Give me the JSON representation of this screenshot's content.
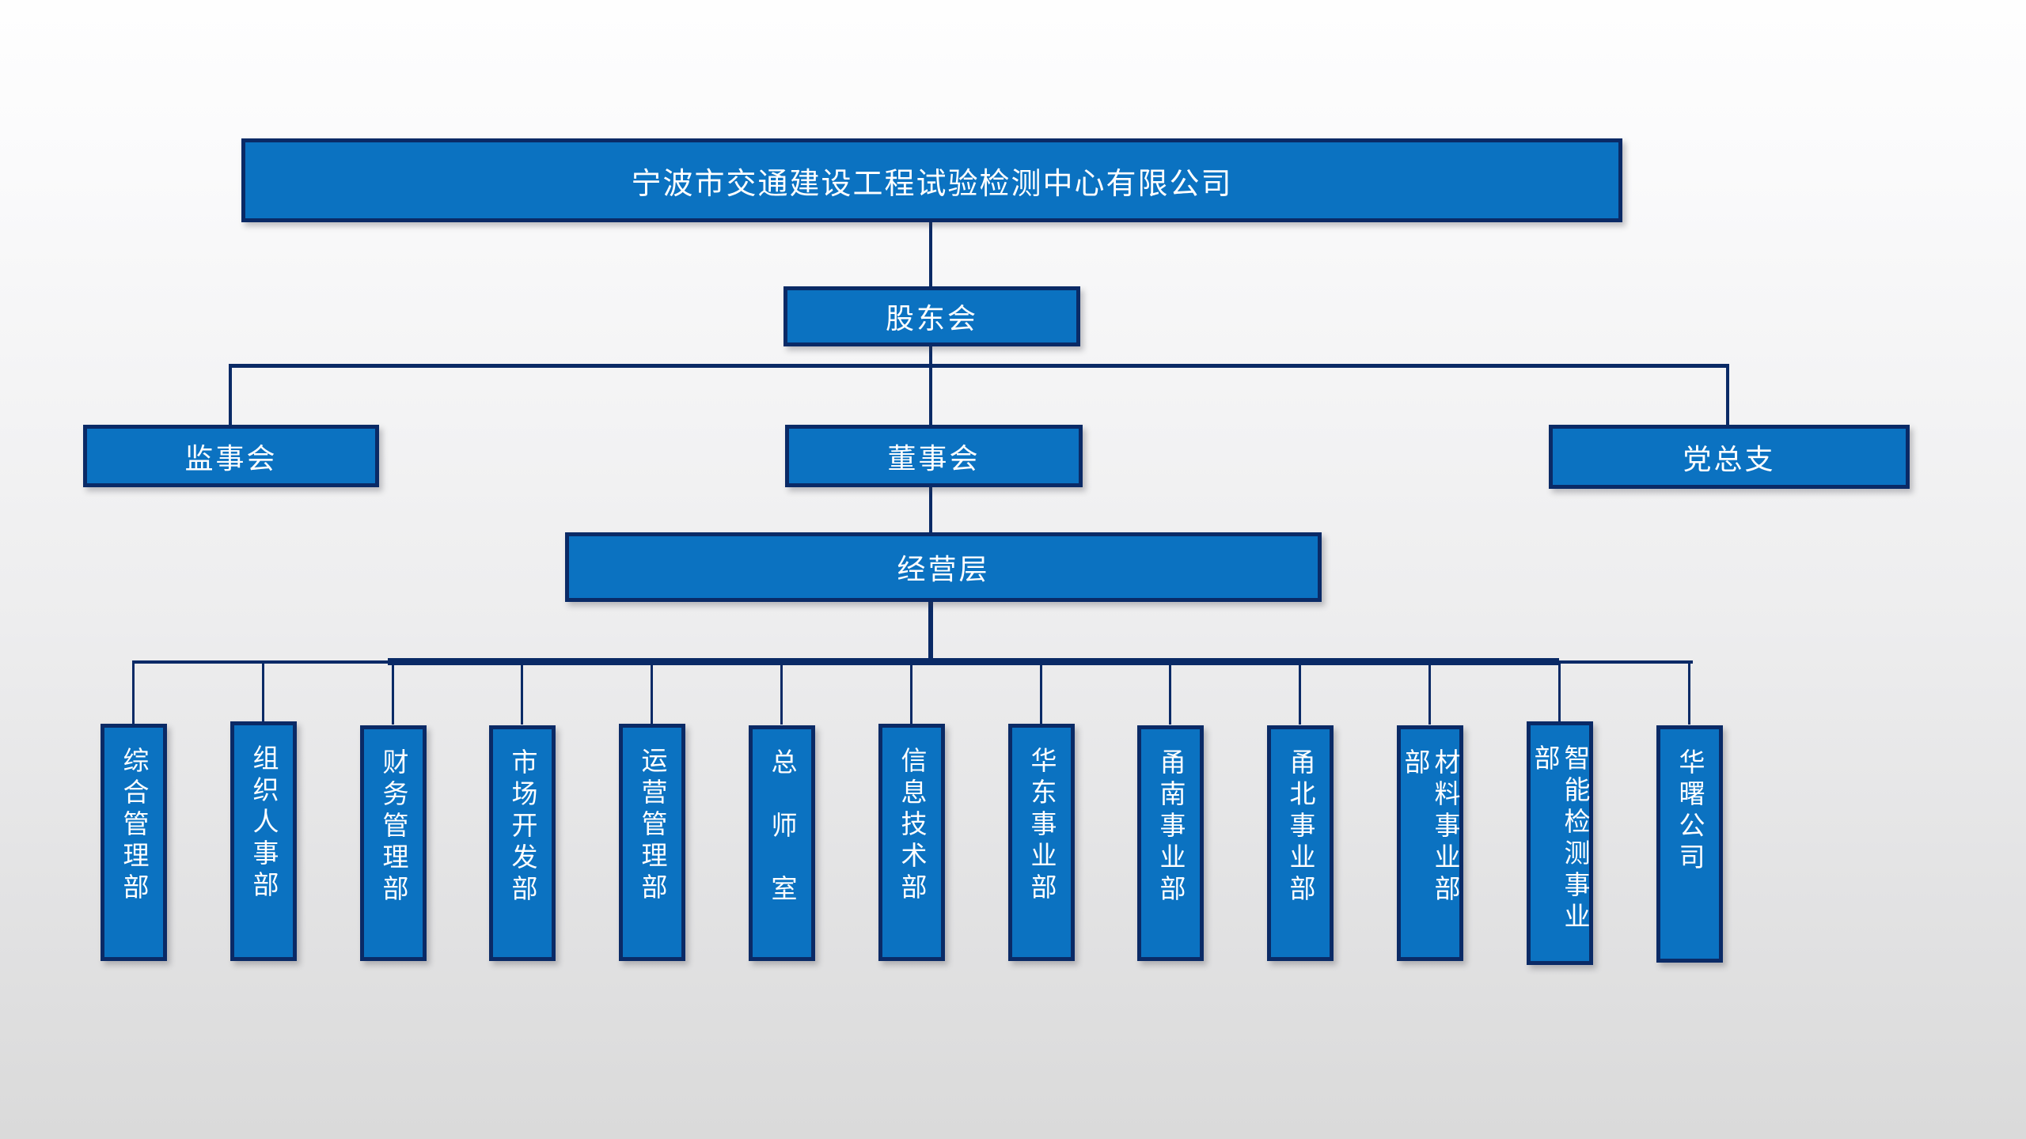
{
  "org_chart": {
    "root": "宁波市交通建设工程试验检测中心有限公司",
    "level_2": "股东会",
    "level_3": [
      "监事会",
      "董事会",
      "党总支"
    ],
    "level_4": "经营层",
    "departments": [
      "综合管理部",
      "组织人事部",
      "财务管理部",
      "市场开发部",
      "运营管理部",
      "总　师　室",
      "信息技术部",
      "华东事业部",
      "甬南事业部",
      "甬北事业部",
      "材料事业部　部",
      "智能检测事业部",
      "华曙公司"
    ],
    "colors": {
      "node_fill": "#0B72C1",
      "node_border": "#0A2A66",
      "connector": "#0A2A66",
      "text": "#FFFFFF"
    }
  }
}
